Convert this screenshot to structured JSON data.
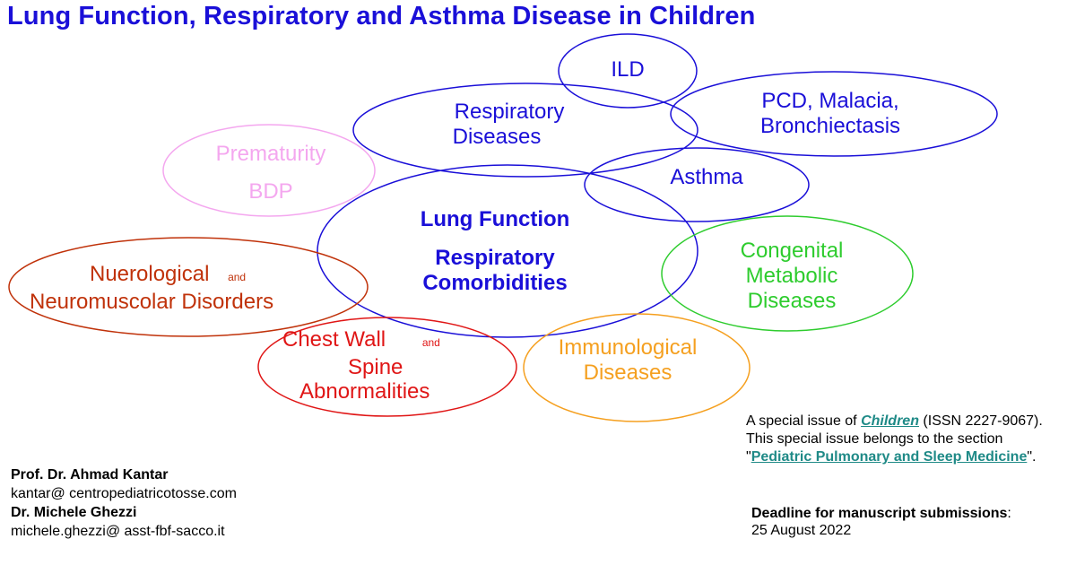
{
  "title": "Lung Function, Respiratory and Asthma Disease in Children",
  "colors": {
    "blue": "#1a0fd8",
    "pink": "#f4a7ef",
    "darkred": "#c0320a",
    "red": "#e01616",
    "orange": "#f5a020",
    "green": "#2ecc2e",
    "teal": "#1f8a87"
  },
  "nodes": {
    "ild": "ILD",
    "respiratory": [
      "Respiratory",
      "Diseases"
    ],
    "pcd": [
      "PCD, Malacia,",
      "Bronchiectasis"
    ],
    "prematurity": [
      "Prematurity",
      "BDP"
    ],
    "asthma": "Asthma",
    "center": [
      "Lung Function",
      "Respiratory",
      "Comorbidities"
    ],
    "congenital": [
      "Congenital",
      "Metabolic",
      "Diseases"
    ],
    "neuro": {
      "line1": "Nuerological",
      "and": "and",
      "line2": "Neuromuscolar Disorders"
    },
    "chest": {
      "line1": "Chest Wall",
      "and": "and",
      "line2": "Spine",
      "line3": "Abnormalities"
    },
    "immuno": [
      "Immunological",
      "Diseases"
    ]
  },
  "authors": {
    "name1": "Prof. Dr. Ahmad Kantar",
    "email1": "kantar@ centropediatricotosse.com",
    "name2": "Dr. Michele Ghezzi",
    "email2": "michele.ghezzi@ asst-fbf-sacco.it"
  },
  "issue": {
    "prefix": "A special issue of ",
    "journal": "Children",
    "issn": " (ISSN 2227-9067). This special issue belongs to the section \"",
    "section": "Pediatric Pulmonary and Sleep Medicine",
    "suffix": "\"."
  },
  "deadline": {
    "label": "Deadline for manuscript submissions",
    "colon": ":",
    "date": "25 August 2022"
  }
}
